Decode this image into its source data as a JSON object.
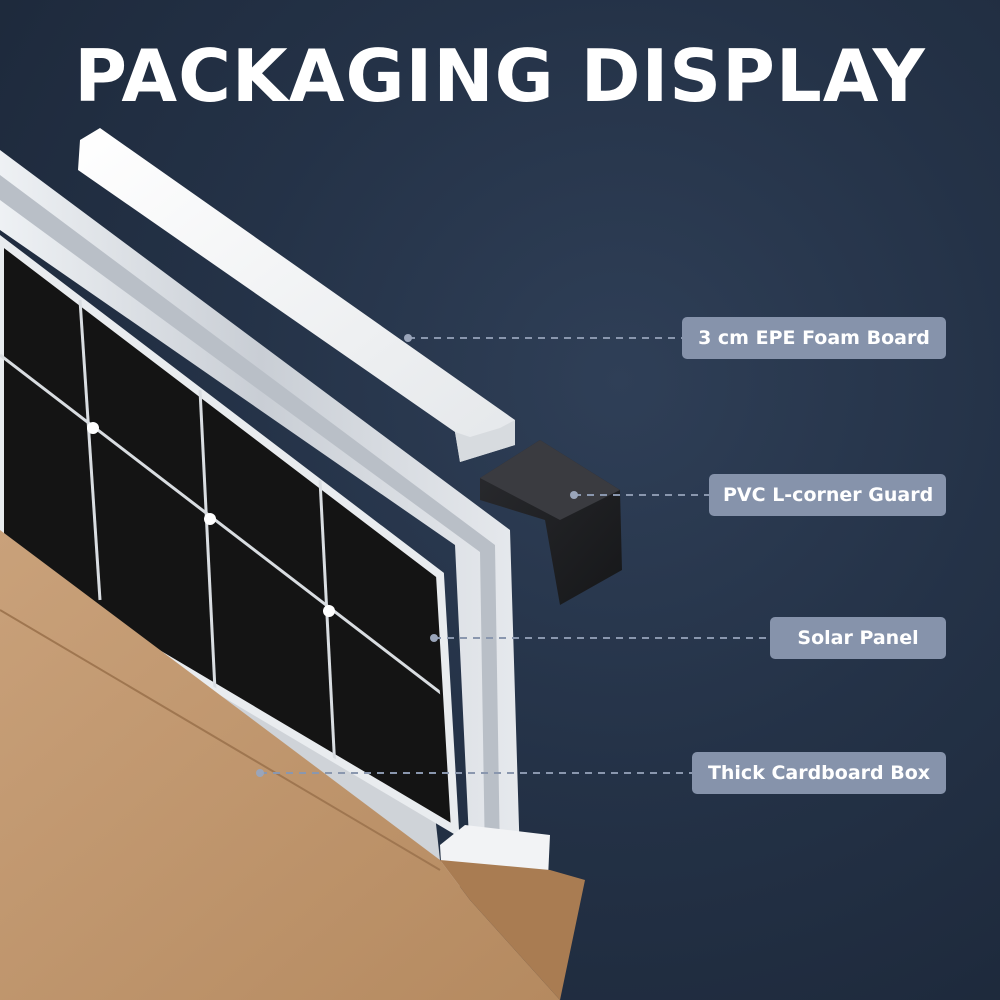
{
  "header": {
    "title": "PACKAGING DISPLAY"
  },
  "callouts": [
    {
      "label": "3 cm EPE Foam Board"
    },
    {
      "label": "PVC L-corner Guard"
    },
    {
      "label": "Solar Panel"
    },
    {
      "label": "Thick Cardboard Box"
    }
  ],
  "colors": {
    "background": "#243247",
    "label_fill": "#8693ab",
    "label_text": "#ffffff",
    "leader_line": "#8a97ae",
    "cardboard": "#c39a71",
    "solar_cell": "#141414",
    "aluminum_frame": "#d8dde3",
    "foam": "#f3f4f6",
    "pvc_guard": "#1e1f22"
  }
}
